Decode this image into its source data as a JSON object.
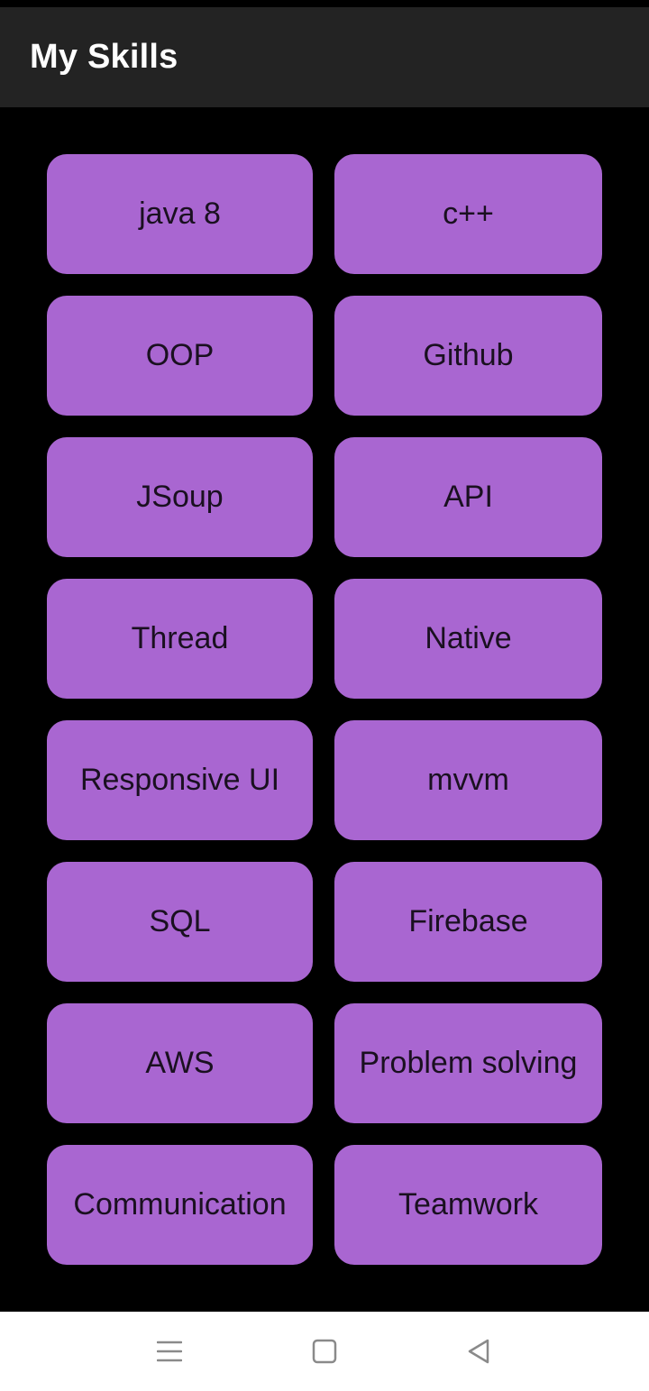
{
  "app_bar": {
    "title": "My Skills"
  },
  "skills": [
    "java 8",
    "c++",
    "OOP",
    "Github",
    "JSoup",
    "API",
    "Thread",
    "Native",
    "Responsive UI",
    "mvvm",
    "SQL",
    "Firebase",
    "AWS",
    "Problem solving",
    "Communication",
    "Teamwork"
  ],
  "nav_bar": {
    "icons": [
      "menu-icon",
      "home-square-icon",
      "back-triangle-icon"
    ]
  },
  "colors": {
    "app_bar_bg": "#232323",
    "background": "#000000",
    "button_bg": "#a966d1",
    "button_text": "#1a1020",
    "nav_bar_bg": "#ffffff",
    "nav_icon": "#8a8a8a"
  }
}
